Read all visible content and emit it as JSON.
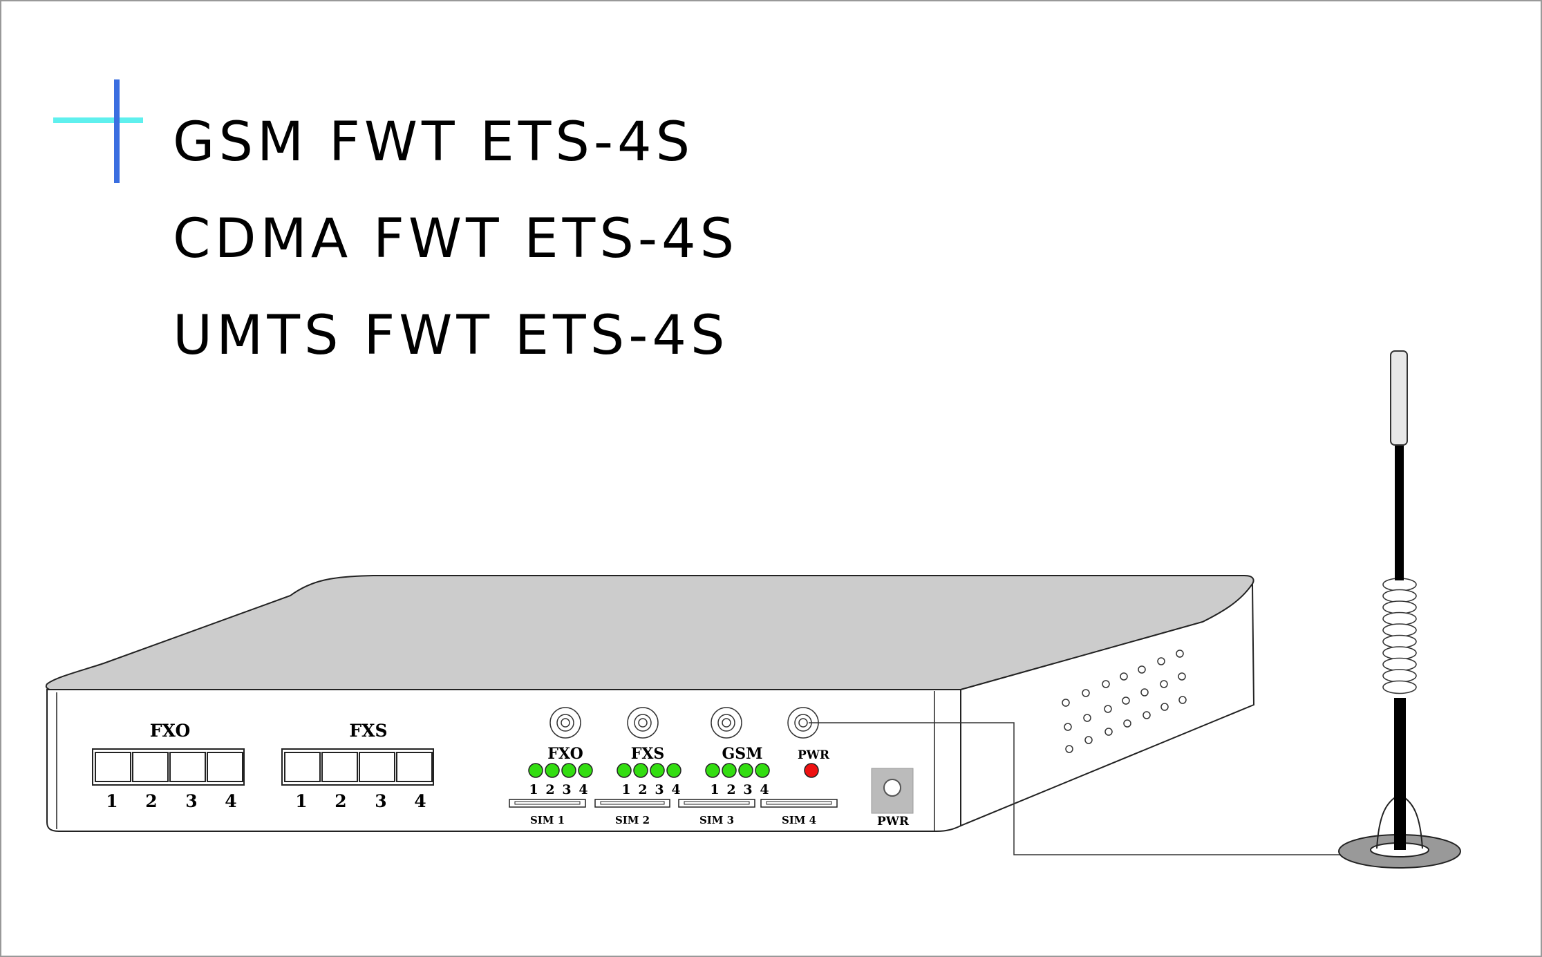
{
  "titles": [
    "GSM FWT ETS-4S",
    "CDMA FWT ETS-4S",
    "UMTS FWT ETS-4S"
  ],
  "front_panel": {
    "fxo_ports_label": "FXO",
    "fxs_ports_label": "FXS",
    "fxo_port_numbers": [
      "1",
      "2",
      "3",
      "4"
    ],
    "fxs_port_numbers": [
      "1",
      "2",
      "3",
      "4"
    ],
    "led_groups": [
      {
        "label": "FXO",
        "numbers": [
          "1",
          "2",
          "3",
          "4"
        ]
      },
      {
        "label": "FXS",
        "numbers": [
          "1",
          "2",
          "3",
          "4"
        ]
      },
      {
        "label": "GSM",
        "numbers": [
          "1",
          "2",
          "3",
          "4"
        ]
      }
    ],
    "pwr_led_label": "PWR",
    "sim_slots": [
      "SIM 1",
      "SIM 2",
      "SIM 3",
      "SIM 4"
    ],
    "power_button_label": "PWR"
  },
  "colors": {
    "accent_horizontal": "#5ff0ee",
    "accent_vertical": "#3a6ee0",
    "device_top": "#cccccc",
    "led_green": "#33dd11",
    "led_red": "#ee1111",
    "antenna_base": "#999999"
  },
  "icons": [
    "crosshair-icon",
    "antenna-icon",
    "power-button-icon"
  ]
}
